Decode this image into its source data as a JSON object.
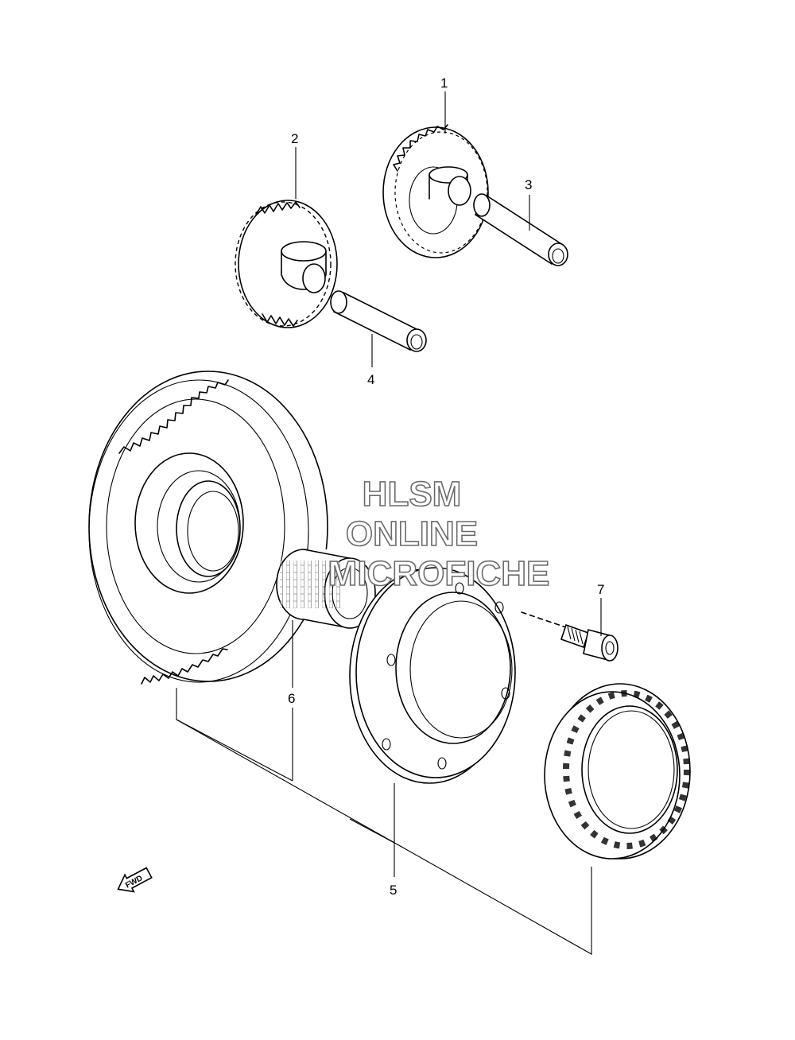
{
  "callouts": [
    {
      "number": "1"
    },
    {
      "number": "2"
    },
    {
      "number": "3"
    },
    {
      "number": "4"
    },
    {
      "number": "5"
    },
    {
      "number": "6"
    },
    {
      "number": "7"
    }
  ],
  "watermark": {
    "line1": "HLSM",
    "line2": "ONLINE",
    "line3": "MICROFICHE"
  },
  "direction_marker": {
    "text": "FWD"
  }
}
